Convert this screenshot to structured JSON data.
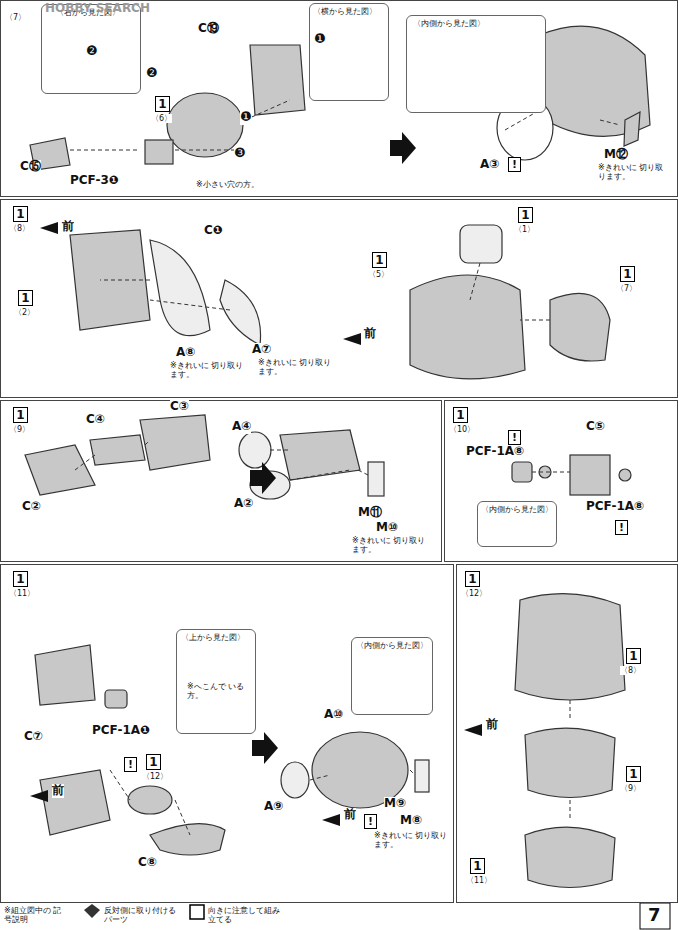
{
  "diagram": {
    "nodes": [
      {
        "text": [
          "〈7〉"
        ]
      },
      {
        "text": [
          "〈右から見た図〉"
        ],
        "in": 0
      },
      {
        "text": [
          "〈横から見た図〉",
          "❶"
        ],
        "in": 0
      },
      {
        "text": [
          "〈内側から見た図〉"
        ],
        "in": 0
      },
      {
        "text": [
          "1",
          "〈8〉"
        ]
      },
      {
        "text": [
          "1",
          "〈9〉"
        ]
      },
      {
        "text": [
          "1",
          "〈10〉"
        ]
      },
      {
        "text": [
          "〈内側から見た図〉"
        ],
        "in": 6
      },
      {
        "text": [
          "1",
          "〈11〉"
        ]
      },
      {
        "text": [
          "〈上から見た図〉",
          "※へこんで いる方。"
        ],
        "in": 8
      },
      {
        "text": [
          "〈内側から見た図〉"
        ],
        "in": 8
      },
      {
        "text": [
          "1",
          "〈12〉"
        ]
      }
    ],
    "labels": [
      "HOBBY SEARCH",
      "❷",
      "❷",
      "C⑲",
      "❶",
      "1",
      "〈6〉",
      "❸",
      "C⑮",
      "PCF-3❶",
      "※小さい穴の方。",
      "A③",
      "!",
      "M⑫",
      "※きれいに 切り取ります。",
      "前",
      "C❶",
      "1",
      "〈2〉",
      "A⑧",
      "※きれいに 切り取ります。",
      "A⑦",
      "※きれいに 切り取ります。",
      "1",
      "〈1〉",
      "1",
      "〈5〉",
      "1",
      "〈7〉",
      "前",
      "C④",
      "C③",
      "C②",
      "A④",
      "A②",
      "M⑪",
      "M⑩",
      "※きれいに 切り取ります。",
      "!",
      "PCF-1A⑧",
      "C⑤",
      "PCF-1A⑧",
      "!",
      "C⑦",
      "PCF-1A❶",
      "前",
      "!",
      "1",
      "〈12〉",
      "C⑧",
      "A⑩",
      "A⑨",
      "前",
      "M⑨",
      "!",
      "M⑧",
      "※きれいに 切り取ります。",
      "1",
      "〈8〉",
      "前",
      "1",
      "〈9〉",
      "1",
      "〈11〉",
      "※組立図中の 記号説明",
      "反対側に取り付けるパーツ",
      "向きに注意して組み立てる",
      "7"
    ]
  }
}
